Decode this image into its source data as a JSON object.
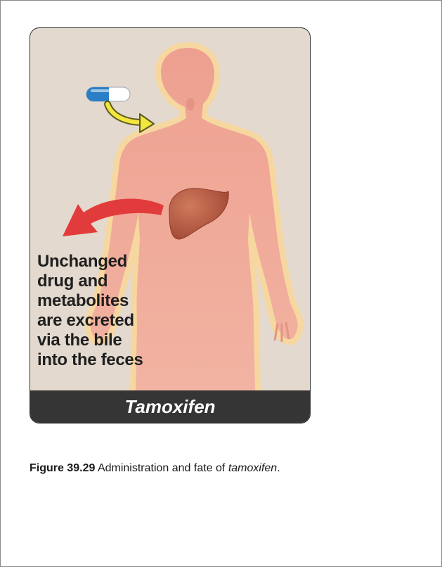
{
  "figure": {
    "title": "Tamoxifen",
    "excretion_lines": [
      "Unchanged",
      "drug and",
      "metabolites",
      "are excreted",
      "via the bile",
      "into the feces"
    ],
    "icons": [
      "capsule-icon",
      "ingestion-arrow-icon",
      "human-body-icon",
      "liver-icon",
      "excretion-arrow-icon"
    ],
    "colors": {
      "card_background": "#e3d9cf",
      "body_fill": "#f0a494",
      "body_glow": "#f7d7a0",
      "liver": "#b65a44",
      "excretion_arrow": "#e23b3b",
      "ingestion_arrow": "#f3e63c",
      "capsule_blue": "#2b7fc6",
      "title_bar": "#353535"
    }
  },
  "caption": {
    "label": "Figure 39.29",
    "text": " Administration and fate of ",
    "drug": "tamoxifen",
    "end": "."
  }
}
